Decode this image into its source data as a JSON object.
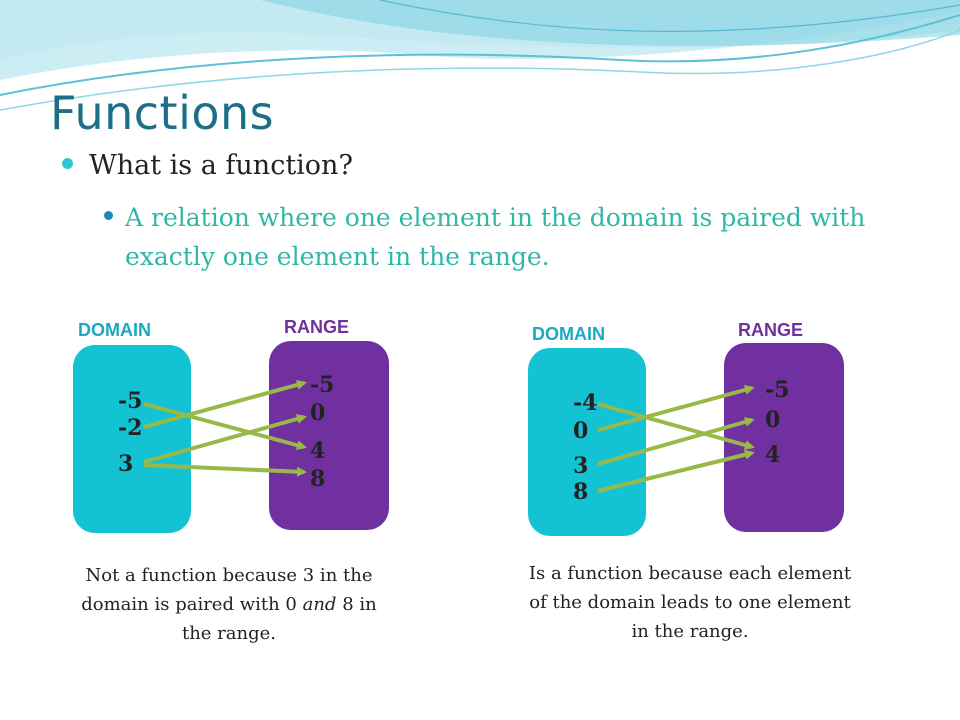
{
  "slide": {
    "title": "Functions",
    "bullet_main": "What is a function?",
    "bullet_sub": "A relation where one element in the domain is paired with exactly one element in the range."
  },
  "colors": {
    "domain_fill": "#14c3d3",
    "range_fill": "#7030a0",
    "arrow": "#99b847",
    "label": "#1aa9c4",
    "title": "#1c6f86",
    "sub_bullet_text": "#2fb8a8"
  },
  "diagrams": [
    {
      "domain_label": "DOMAIN",
      "range_label": "RANGE",
      "domain_values": [
        "-5",
        "-2",
        "3"
      ],
      "range_values": [
        "-5",
        "0",
        "4",
        "8"
      ],
      "pairs": [
        [
          "-5",
          "4"
        ],
        [
          "-2",
          "-5"
        ],
        [
          "3",
          "0"
        ],
        [
          "3",
          "8"
        ]
      ],
      "caption_before": "Not a function because 3 in the domain  is paired with 0",
      "caption_em": "and",
      "caption_after": "8 in the range."
    },
    {
      "domain_label": "DOMAIN",
      "range_label": "RANGE",
      "domain_values": [
        "-4",
        "0",
        "3",
        "8"
      ],
      "range_values": [
        "-5",
        "0",
        "4"
      ],
      "pairs": [
        [
          "-4",
          "4"
        ],
        [
          "0",
          "-5"
        ],
        [
          "3",
          "0"
        ],
        [
          "8",
          "4"
        ]
      ],
      "caption_before": "Is a function because each element of the domain leads to one element in the range.",
      "caption_em": "",
      "caption_after": ""
    }
  ]
}
